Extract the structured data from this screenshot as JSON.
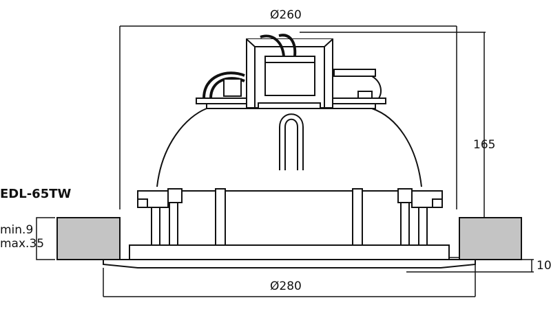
{
  "model": "EDL-65TW",
  "dimensions": {
    "top_diameter": "Ø260",
    "height": "165",
    "ceiling_min": "min.9",
    "ceiling_max": "max.35",
    "flange_diameter": "Ø280",
    "flange_height": "10"
  },
  "colors": {
    "line": "#111111",
    "ceiling": "#c4c4c4"
  }
}
